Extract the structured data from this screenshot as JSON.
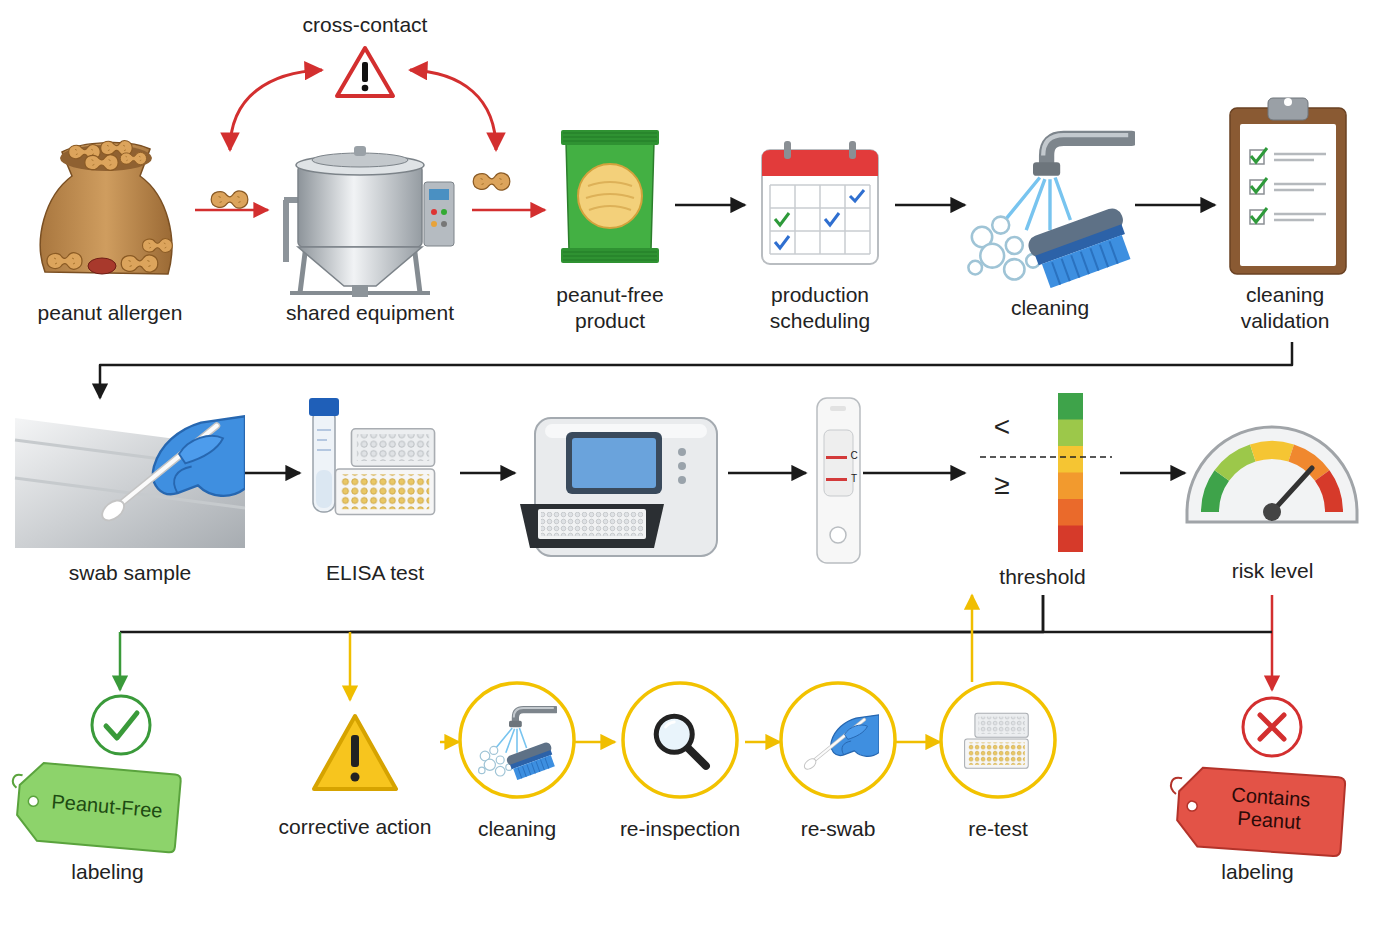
{
  "diagram": {
    "nodes": [
      {
        "text": [
          "peanut allergen"
        ]
      },
      {
        "text": [
          "cross-contact"
        ]
      },
      {
        "text": [
          "shared equipment"
        ]
      },
      {
        "text": [
          "peanut-free product"
        ]
      },
      {
        "text": [
          "production scheduling"
        ]
      },
      {
        "text": [
          "cleaning"
        ]
      },
      {
        "text": [
          "cleaning validation"
        ]
      },
      {
        "text": [
          "swab sample"
        ]
      },
      {
        "text": [
          "ELISA test"
        ]
      },
      {
        "text": [
          "C",
          "T"
        ]
      },
      {
        "text": [
          "<",
          "≥",
          "threshold"
        ]
      },
      {
        "text": [
          "risk level"
        ]
      },
      {
        "text": [
          "Peanut-Free",
          "labeling"
        ]
      },
      {
        "text": [
          "corrective action"
        ]
      },
      {
        "text": [
          "cleaning"
        ]
      },
      {
        "text": [
          "re-inspection"
        ]
      },
      {
        "text": [
          "re-swab"
        ]
      },
      {
        "text": [
          "re-test"
        ]
      },
      {
        "text": [
          "Contains Peanut",
          "labeling"
        ]
      }
    ],
    "edges": [
      {
        "from": 0,
        "to": 2,
        "arrow": "to"
      },
      {
        "from": 2,
        "to": 3,
        "arrow": "to"
      },
      {
        "from": 3,
        "to": 4,
        "arrow": "to"
      },
      {
        "from": 4,
        "to": 5,
        "arrow": "to"
      },
      {
        "from": 5,
        "to": 6,
        "arrow": "to"
      },
      {
        "from": 6,
        "to": 7,
        "arrow": "to"
      },
      {
        "from": 7,
        "to": 8,
        "arrow": "to"
      },
      {
        "from": 9,
        "to": 10,
        "arrow": "to"
      },
      {
        "from": 10,
        "to": 11,
        "arrow": "to"
      },
      {
        "from": 10,
        "to": 12,
        "arrow": "to"
      },
      {
        "from": 10,
        "to": 13,
        "arrow": "to"
      },
      {
        "from": 13,
        "to": 14,
        "arrow": "to"
      },
      {
        "from": 14,
        "to": 15,
        "arrow": "to"
      },
      {
        "from": 15,
        "to": 16,
        "arrow": "to"
      },
      {
        "from": 16,
        "to": 17,
        "arrow": "to"
      },
      {
        "from": 17,
        "to": 10,
        "arrow": "to"
      },
      {
        "from": 11,
        "to": 18,
        "arrow": "to"
      }
    ]
  }
}
